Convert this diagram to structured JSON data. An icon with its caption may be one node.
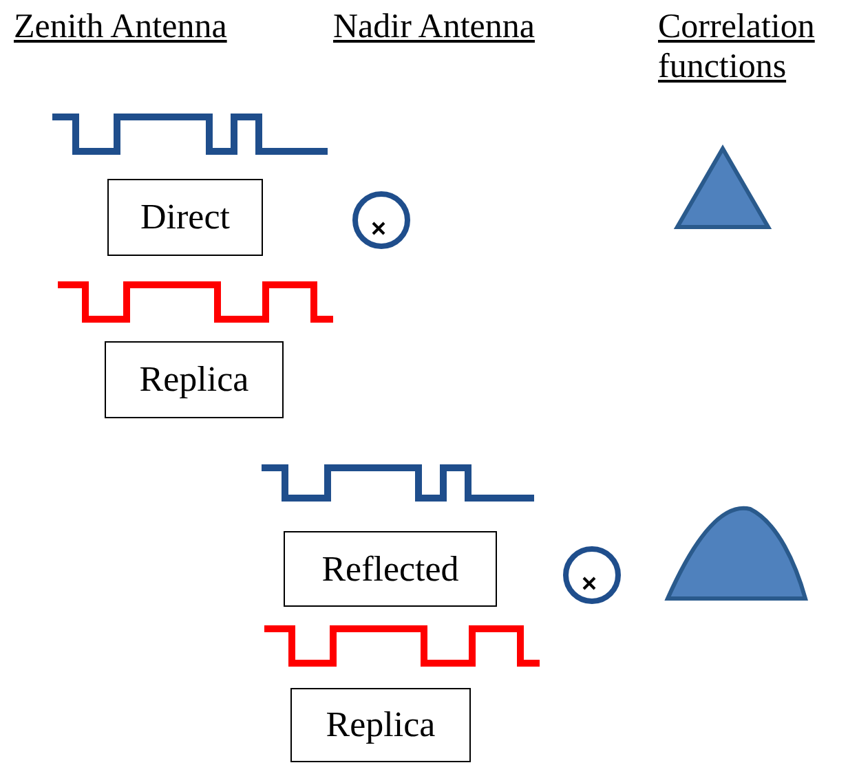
{
  "diagram": {
    "nodes": [
      {
        "text": [
          "Direct"
        ]
      },
      {
        "text": [
          "Replica"
        ]
      },
      {
        "text": [
          "Reflected"
        ]
      },
      {
        "text": [
          "Replica"
        ]
      }
    ],
    "labels": [
      "Zenith Antenna",
      "Nadir Antenna",
      "Correlation functions"
    ]
  }
}
